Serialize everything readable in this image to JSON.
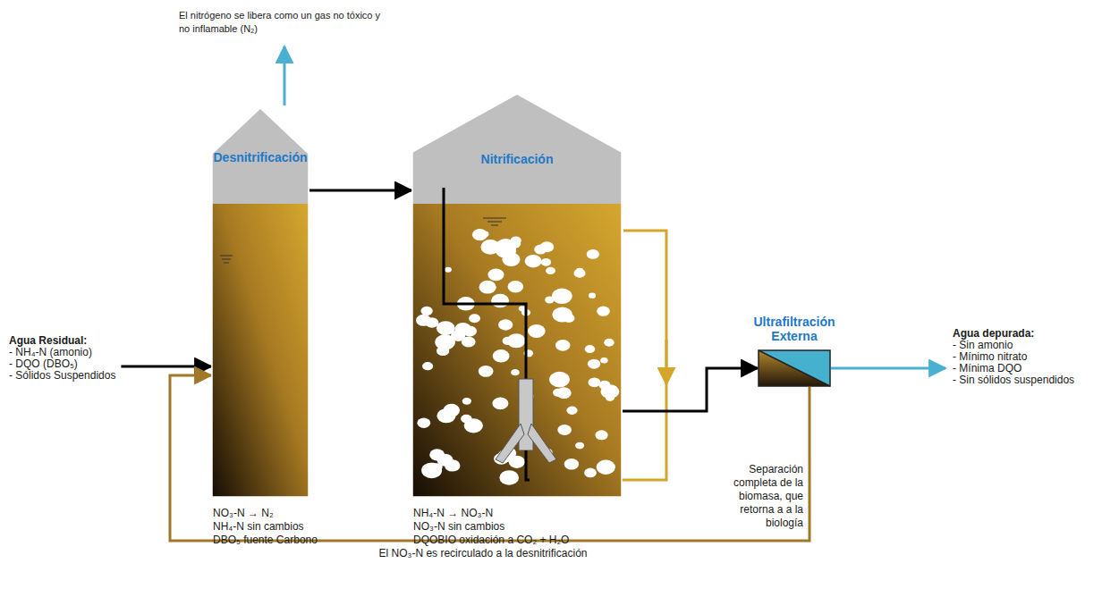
{
  "diagram": {
    "nodes": [
      {
        "text": [
          "Agua Residual:",
          "- NH₄-N (amonio)",
          "- DQO (DBO₅)",
          "- Sólidos Suspendidos"
        ]
      },
      {
        "text": [
          "Desnitrificación"
        ]
      },
      {
        "text": [
          "Nitrificación"
        ]
      },
      {
        "text": [
          "Ultrafiltración Externa"
        ]
      },
      {
        "text": [
          "Agua depurada:",
          "- Sin amonio",
          "- Mínimo nitrato",
          "- Mínima DQO",
          "- Sin sólidos suspendidos"
        ]
      }
    ],
    "edges": [
      {
        "from": 0,
        "to": 1,
        "arrow": "to"
      },
      {
        "from": 1,
        "to": 2,
        "arrow": "to"
      },
      {
        "from": 2,
        "to": 3,
        "arrow": "to"
      },
      {
        "from": 3,
        "to": 4,
        "arrow": "to"
      },
      {
        "from": 3,
        "to": 1,
        "arrow": "to",
        "label": "El NO₃-N es recirculado a la desnitrificación"
      }
    ],
    "labels": [
      "El nitrógeno se libera como un gas no tóxico y no inflamable (N₂)",
      "NO₃-N → N₂",
      "NH₄-N sin cambios",
      "DBO₅ fuente Carbono",
      "NH₄-N → NO₃-N",
      "NO₃-N sin cambios",
      "DQOBIO oxidación a CO₂ + H₂O",
      "Separación completa de la biomasa, que retorna a a la biología"
    ]
  }
}
